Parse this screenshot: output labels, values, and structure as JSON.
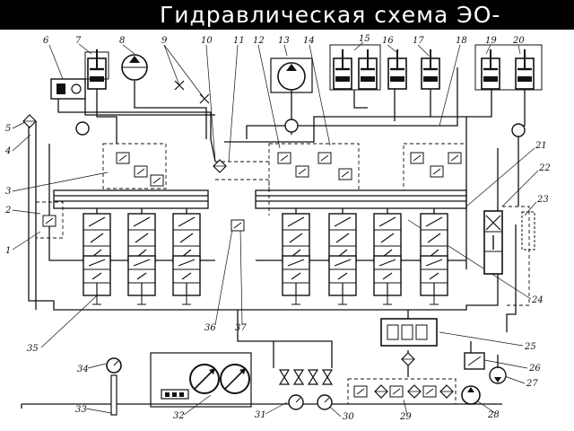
{
  "title": "Гидравлическая схема ЭО-",
  "callouts": {
    "c1": "1",
    "c2": "2",
    "c3": "3",
    "c4": "4",
    "c5": "5",
    "c6": "6",
    "c7": "7",
    "c8": "8",
    "c9": "9",
    "c10": "10",
    "c11": "11",
    "c12": "12",
    "c13": "13",
    "c14": "14",
    "c15": "15",
    "c16": "16",
    "c17": "17",
    "c18": "18",
    "c19": "19",
    "c20": "20",
    "c21": "21",
    "c22": "22",
    "c23": "23",
    "c24": "24",
    "c25": "25",
    "c26": "26",
    "c27": "27",
    "c28": "28",
    "c29": "29",
    "c30": "30",
    "c31": "31",
    "c32": "32",
    "c33": "33",
    "c34": "34",
    "c35": "35",
    "c36": "36",
    "c37": "37"
  },
  "colors": {
    "line": "#111111",
    "background": "#ffffff",
    "title_bar": "#000000",
    "title_text": "#ffffff"
  }
}
